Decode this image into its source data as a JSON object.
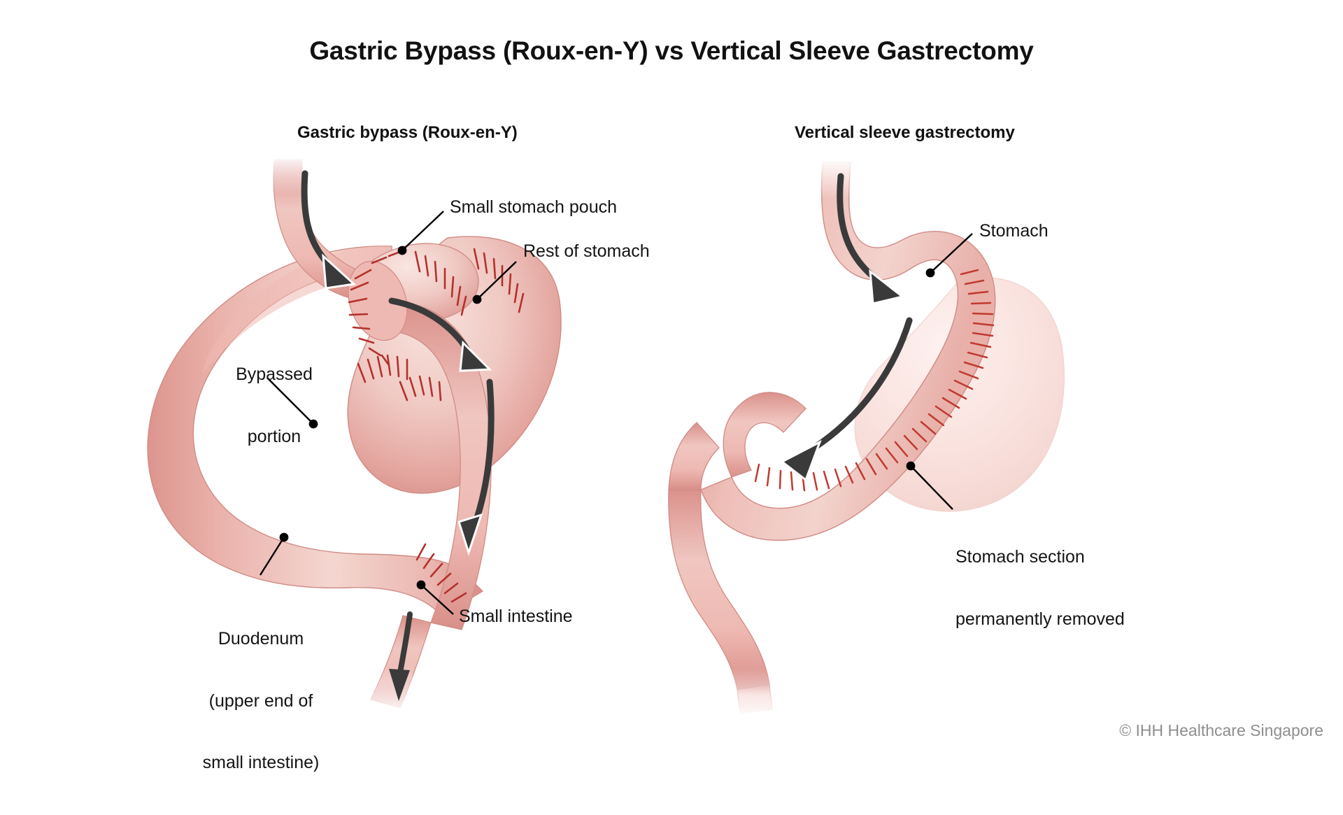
{
  "page": {
    "title": "Gastric Bypass (Roux-en-Y) vs Vertical Sleeve Gastrectomy",
    "background_color": "#ffffff",
    "copyright": "© IHH Healthcare Singapore"
  },
  "panels": [
    {
      "id": "gastric-bypass",
      "title": "Gastric bypass (Roux-en-Y)",
      "labels": [
        {
          "id": "small-stomach-pouch",
          "text": "Small stomach pouch",
          "lines": [
            "Small stomach pouch"
          ],
          "align": "left"
        },
        {
          "id": "rest-of-stomach",
          "text": "Rest of stomach",
          "lines": [
            "Rest of stomach"
          ],
          "align": "left"
        },
        {
          "id": "bypassed-portion",
          "text": "Bypassed portion",
          "lines": [
            "Bypassed",
            "portion"
          ],
          "align": "center"
        },
        {
          "id": "duodenum",
          "text": "Duodenum (upper end of small intestine)",
          "lines": [
            "Duodenum",
            "(upper end of",
            "small intestine)"
          ],
          "align": "center"
        },
        {
          "id": "small-intestine",
          "text": "Small intestine",
          "lines": [
            "Small intestine"
          ],
          "align": "left"
        }
      ]
    },
    {
      "id": "vertical-sleeve-gastrectomy",
      "title": "Vertical sleeve gastrectomy",
      "labels": [
        {
          "id": "stomach",
          "text": "Stomach",
          "lines": [
            "Stomach"
          ],
          "align": "left"
        },
        {
          "id": "stomach-section-removed",
          "text": "Stomach section permanently removed",
          "lines": [
            "Stomach section",
            "permanently removed"
          ],
          "align": "left"
        }
      ]
    }
  ],
  "label_text": {
    "small_stomach_pouch": "Small stomach pouch",
    "rest_of_stomach": "Rest of stomach",
    "bypassed_portion_1": "Bypassed",
    "bypassed_portion_2": "portion",
    "duodenum_1": "Duodenum",
    "duodenum_2": "(upper end of",
    "duodenum_3": "small intestine)",
    "small_intestine": "Small intestine",
    "stomach": "Stomach",
    "removed_1": "Stomach section",
    "removed_2": "permanently removed"
  },
  "colors": {
    "organ_fill_light": "#f7ddd7",
    "organ_fill_mid": "#eeb9b2",
    "organ_fill_dark": "#dd958e",
    "organ_edge": "#d08b85",
    "removed_section_fill": "#fae3df",
    "suture_red": "#b4312c",
    "arrow_gray": "#3a3a3a",
    "leader_line": "#000000",
    "title_text": "#111111",
    "label_text": "#141414",
    "copyright_text": "#8e8e8e",
    "background": "#ffffff"
  },
  "diagram": {
    "type": "medical-illustration",
    "subject": "bariatric surgery comparison",
    "annotation_style": "leader-line-with-dot",
    "flow_arrows": "food pathway direction"
  }
}
